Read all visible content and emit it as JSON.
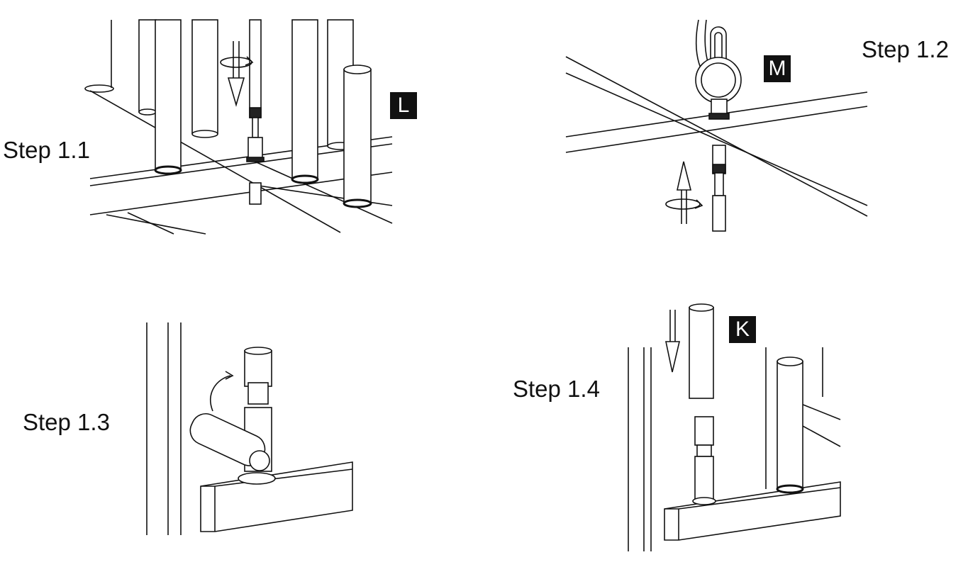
{
  "steps": [
    {
      "label": "Step 1.1",
      "part": "L"
    },
    {
      "label": "Step 1.2",
      "part": "M"
    },
    {
      "label": "Step 1.3",
      "part": ""
    },
    {
      "label": "Step 1.4",
      "part": "K"
    }
  ],
  "icons": [
    "rotate-arrow-icon",
    "down-arrow-icon",
    "up-arrow-icon",
    "curved-arrow-icon"
  ],
  "colors": {
    "line": "#111111",
    "badge": "#111111",
    "badge_text": "#ffffff",
    "background": "#ffffff"
  }
}
